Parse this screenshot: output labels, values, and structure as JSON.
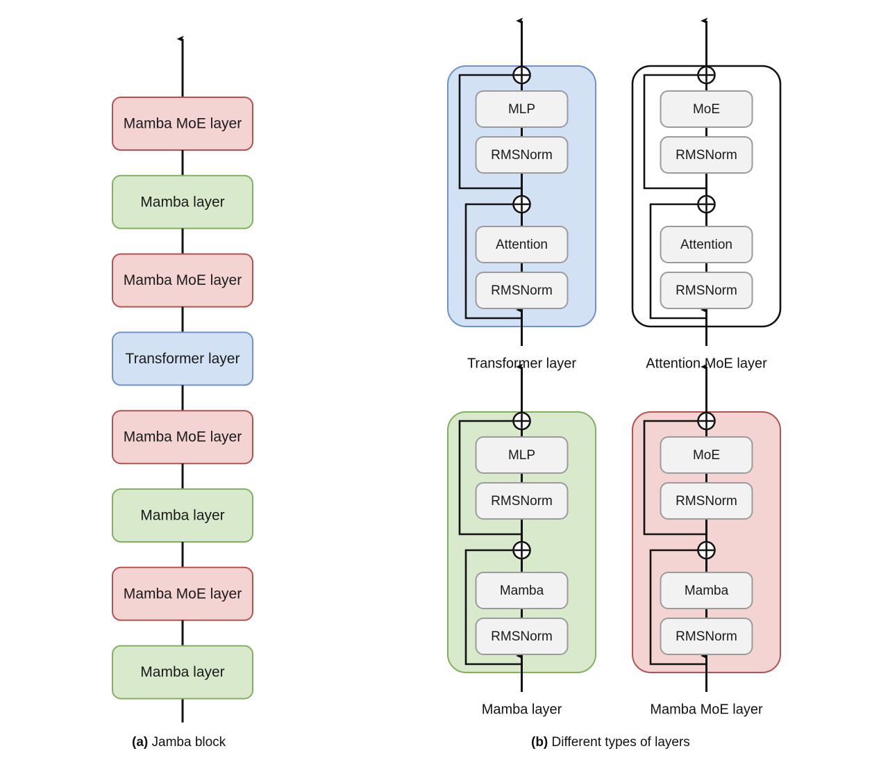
{
  "figure": {
    "captions": [
      {
        "tag": "(a)",
        "text": " Jamba block"
      },
      {
        "tag": "(b)",
        "text": " Different types of layers"
      }
    ]
  },
  "colors": {
    "red_fill": "#f4d4d2",
    "red_stroke": "#b5524f",
    "green_fill": "#d8e9cc",
    "green_stroke": "#81b060",
    "blue_fill": "#d3e1f5",
    "blue_stroke": "#6f93c8",
    "white_fill": "#ffffff",
    "black_stroke": "#111111",
    "inner_fill": "#f2f2f2",
    "inner_stroke": "#9a9a9a",
    "wire": "#111111"
  },
  "jamba_block": {
    "title": "Jamba block",
    "layers": [
      {
        "label": "Mamba MoE layer",
        "type": "mamba-moe"
      },
      {
        "label": "Mamba layer",
        "type": "mamba"
      },
      {
        "label": "Mamba MoE layer",
        "type": "mamba-moe"
      },
      {
        "label": "Transformer layer",
        "type": "transformer"
      },
      {
        "label": "Mamba MoE layer",
        "type": "mamba-moe"
      },
      {
        "label": "Mamba layer",
        "type": "mamba"
      },
      {
        "label": "Mamba MoE layer",
        "type": "mamba-moe"
      },
      {
        "label": "Mamba layer",
        "type": "mamba"
      }
    ]
  },
  "layer_types": {
    "title": "Different types of layers",
    "panels": [
      {
        "name": "Transformer layer",
        "style": "blue",
        "blocks_top": [
          "MLP",
          "RMSNorm"
        ],
        "blocks_bottom": [
          "Attention",
          "RMSNorm"
        ],
        "adders": [
          "plus-icon",
          "plus-icon"
        ]
      },
      {
        "name": "Attention MoE layer",
        "style": "white",
        "blocks_top": [
          "MoE",
          "RMSNorm"
        ],
        "blocks_bottom": [
          "Attention",
          "RMSNorm"
        ],
        "adders": [
          "plus-icon",
          "plus-icon"
        ]
      },
      {
        "name": "Mamba layer",
        "style": "green",
        "blocks_top": [
          "MLP",
          "RMSNorm"
        ],
        "blocks_bottom": [
          "Mamba",
          "RMSNorm"
        ],
        "adders": [
          "plus-icon",
          "plus-icon"
        ]
      },
      {
        "name": "Mamba MoE layer",
        "style": "red",
        "blocks_top": [
          "MoE",
          "RMSNorm"
        ],
        "blocks_bottom": [
          "Mamba",
          "RMSNorm"
        ],
        "adders": [
          "plus-icon",
          "plus-icon"
        ]
      }
    ]
  }
}
